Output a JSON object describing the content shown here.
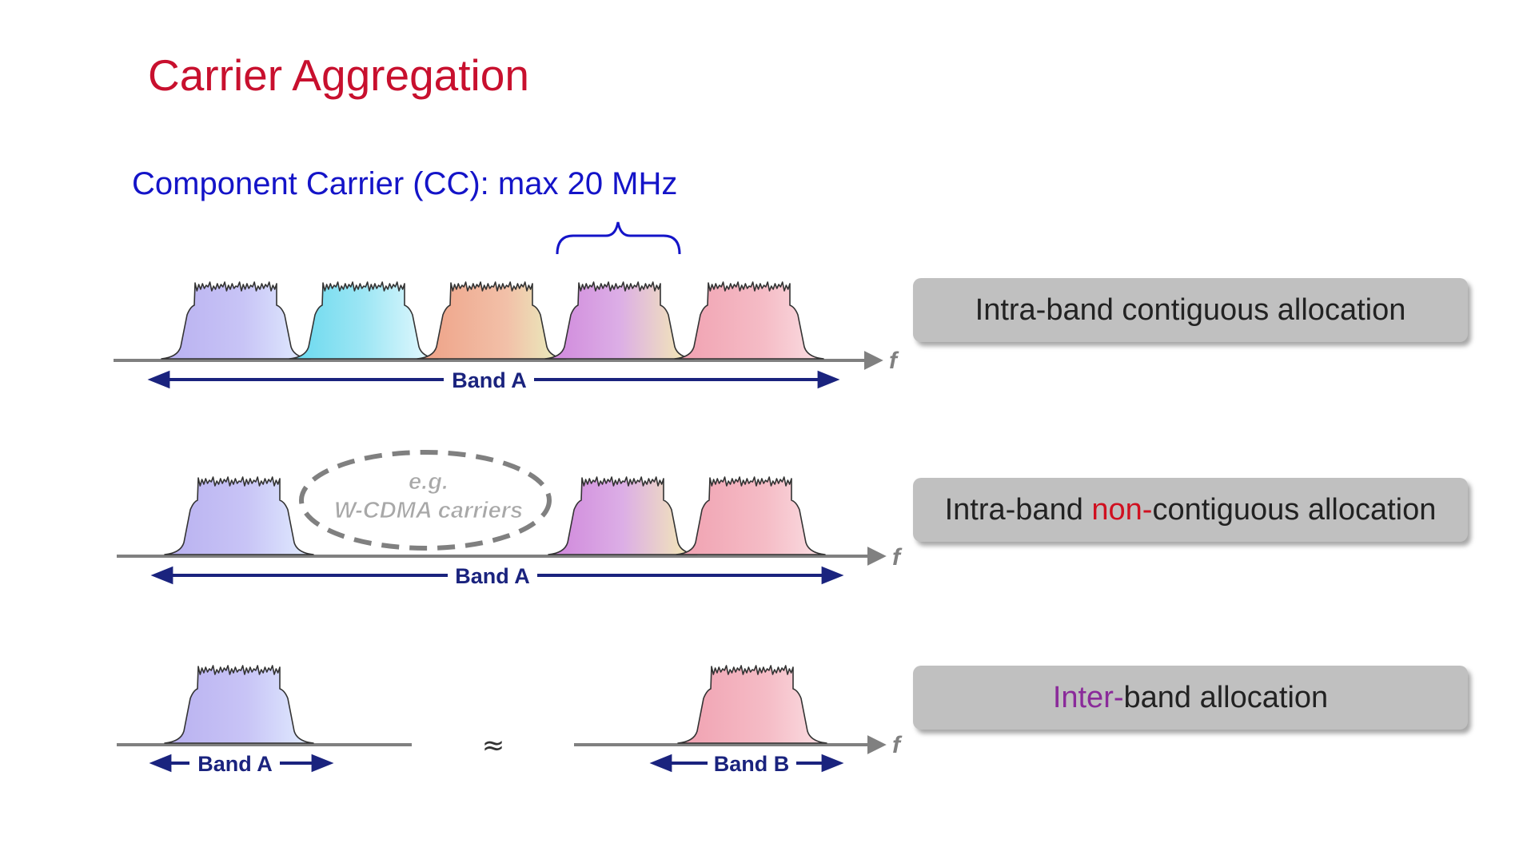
{
  "slide": {
    "title": "Carrier Aggregation",
    "cc_label": "Component Carrier (CC): max 20 MHz"
  },
  "rows": [
    {
      "allocation": {
        "text": "Intra-band contiguous allocation"
      },
      "axis_label": "f",
      "band_labels": [
        "Band A"
      ]
    },
    {
      "allocation": {
        "prefix": "Intra-band ",
        "highlight": "non-",
        "suffix": "contiguous allocation"
      },
      "axis_label": "f",
      "band_labels": [
        "Band A"
      ],
      "gap_note": {
        "line1": "e.g.",
        "line2": "W-CDMA carriers"
      }
    },
    {
      "allocation": {
        "highlight": "Inter-",
        "suffix": "band allocation"
      },
      "axis_label": "f",
      "band_labels": [
        "Band A",
        "Band B"
      ],
      "break_symbol": "≈"
    }
  ],
  "colors": {
    "title": "#c8102e",
    "cc_label": "#1414c8",
    "band_arrow": "#1a237e",
    "axis": "#808080",
    "box_bg": "#c0c0c0",
    "highlight_red": "#d01020",
    "highlight_purple": "#8a2a9a",
    "carrier_1": [
      "#b8b0f0",
      "#e2e6ff"
    ],
    "carrier_2": [
      "#66d8ee",
      "#ecfbff"
    ],
    "carrier_3": [
      "#eea085",
      "#ecf6c8"
    ],
    "carrier_4": [
      "#cf85db",
      "#f6f0b0"
    ],
    "carrier_5": [
      "#f0a0b0",
      "#fad8de"
    ]
  }
}
